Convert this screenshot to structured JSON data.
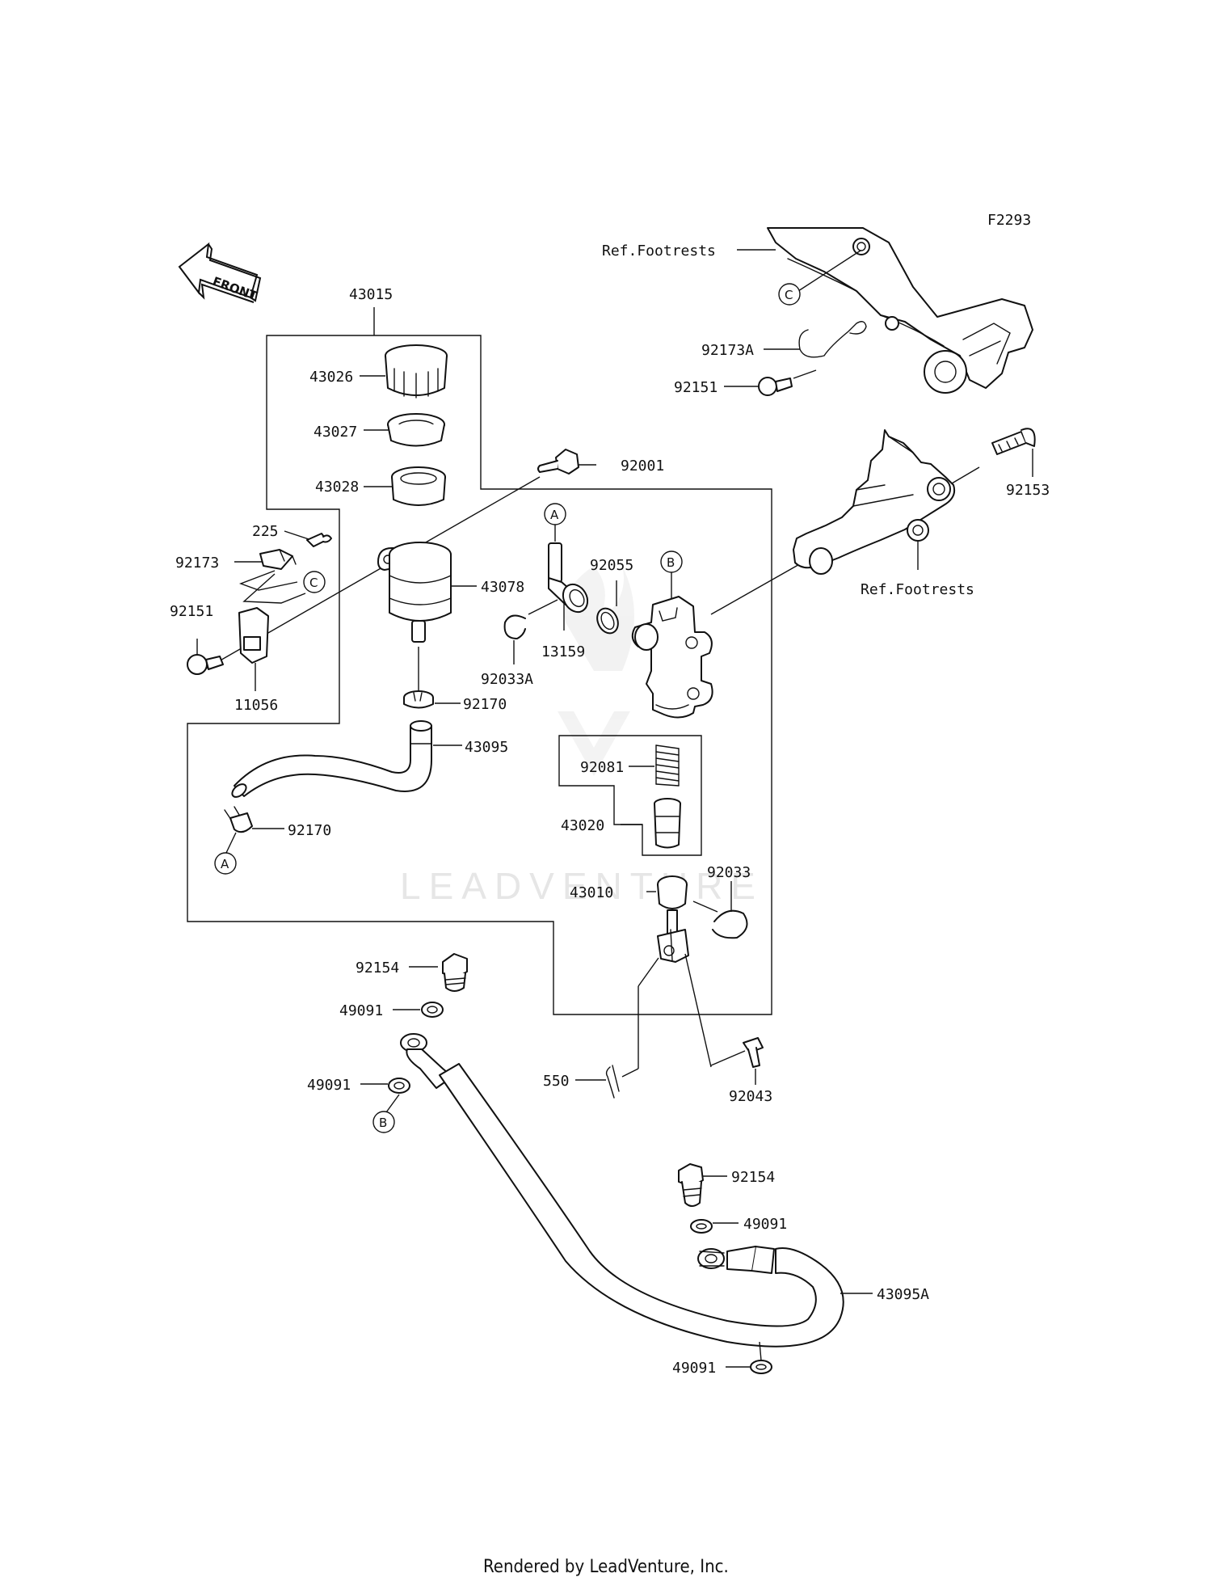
{
  "diagram_code": "F2293",
  "front_label": "FRONT",
  "watermark": "LEADVENTURE",
  "footer": "Rendered by LeadVenture, Inc.",
  "callouts": {
    "a": "A",
    "b": "B",
    "c": "C"
  },
  "references": {
    "footrests": "Ref.Footrests"
  },
  "parts": [
    {
      "id": "43015"
    },
    {
      "id": "43026"
    },
    {
      "id": "43027"
    },
    {
      "id": "43028"
    },
    {
      "id": "225"
    },
    {
      "id": "92173"
    },
    {
      "id": "92151"
    },
    {
      "id": "11056"
    },
    {
      "id": "43078"
    },
    {
      "id": "92170"
    },
    {
      "id": "43095"
    },
    {
      "id": "92001"
    },
    {
      "id": "13159"
    },
    {
      "id": "92033A"
    },
    {
      "id": "92055"
    },
    {
      "id": "92081"
    },
    {
      "id": "43020"
    },
    {
      "id": "43010"
    },
    {
      "id": "92033"
    },
    {
      "id": "92154"
    },
    {
      "id": "49091"
    },
    {
      "id": "550"
    },
    {
      "id": "92043"
    },
    {
      "id": "43095A"
    },
    {
      "id": "92173A"
    },
    {
      "id": "92153"
    }
  ]
}
